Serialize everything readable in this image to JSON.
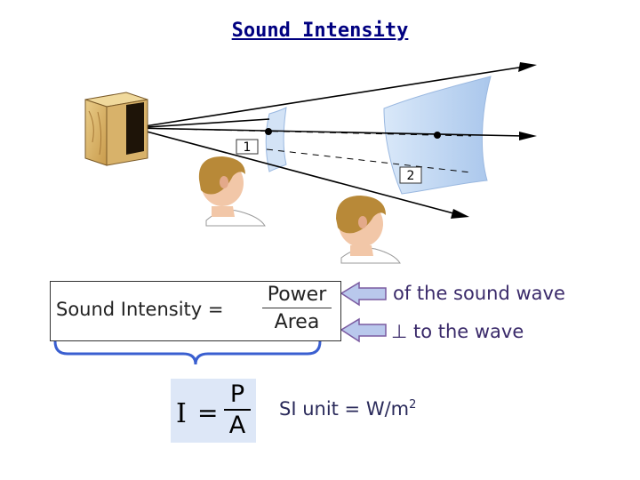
{
  "title": "Sound Intensity",
  "figure": {
    "marker_1": "1",
    "marker_2": "2",
    "icons": [
      "speaker-box",
      "listener-head",
      "wavefront-surface"
    ]
  },
  "formula": {
    "lhs": "Sound Intensity =",
    "numerator": "Power",
    "denominator": "Area"
  },
  "notes": {
    "power_note": "of the sound wave",
    "area_note": "⊥ to the wave"
  },
  "symbolic": {
    "I": "I",
    "equals": "=",
    "P": "P",
    "A": "A"
  },
  "si_unit": {
    "text": "SI unit = W/m",
    "exponent": "2"
  },
  "colors": {
    "title": "#000080",
    "arrow_fill": "#b9c8ec",
    "wavefront": "#c8dcf5",
    "formula_bg": "#dde7f7"
  }
}
